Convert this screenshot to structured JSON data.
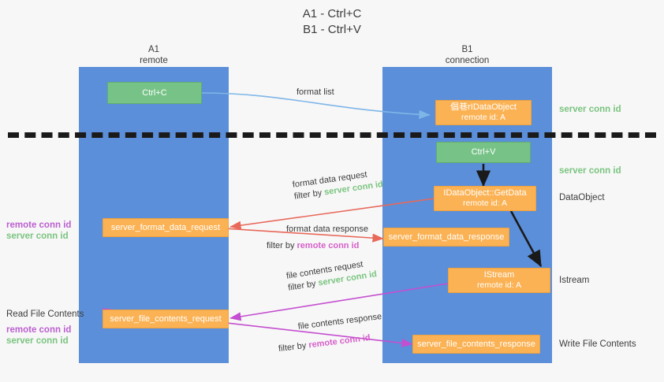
{
  "title": {
    "line1": "A1 - Ctrl+C",
    "line2": "B1 - Ctrl+V"
  },
  "lanes": [
    {
      "name": "A1",
      "sub": "remote"
    },
    {
      "name": "B1",
      "sub": "connection"
    }
  ],
  "nodes": {
    "ctrl_c": {
      "label": "Ctrl+C"
    },
    "idataobject": {
      "line1": "倡巷rIDataObject",
      "line2": "remote id: A"
    },
    "ctrl_v": {
      "label": "Ctrl+V"
    },
    "getdata": {
      "line1": "IDataObject::GetData",
      "line2": "remote id: A"
    },
    "fmt_req": {
      "label": "server_format_data_request"
    },
    "fmt_resp": {
      "label": "server_format_data_response"
    },
    "istream": {
      "line1": "IStream",
      "line2": "remote id: A"
    },
    "file_req": {
      "label": "server_file_contents_request"
    },
    "file_resp": {
      "label": "server_file_contents_response"
    }
  },
  "edges": {
    "format_list": {
      "text": "format list"
    },
    "format_data_request": {
      "text": "format data request",
      "filter_prefix": "filter by ",
      "filter_value": "server conn id"
    },
    "format_data_response": {
      "text": "format data response",
      "filter_prefix": "filter by ",
      "filter_value": "remote conn id"
    },
    "file_contents_request": {
      "text": "file contents request",
      "filter_prefix": "filter by ",
      "filter_value": "server conn id"
    },
    "file_contents_response": {
      "text": "file contents response",
      "filter_prefix": "filter by ",
      "filter_value": "remote conn id"
    }
  },
  "annotations": {
    "server_conn_id_top": "server conn id",
    "server_conn_id_mid": "server conn id",
    "left_mid_remote": "remote conn id",
    "left_mid_server": "server conn id",
    "read_file_contents": "Read File Contents",
    "left_bot_remote": "remote conn id",
    "left_bot_server": "server conn id",
    "right_dataobject": "DataObject",
    "right_istream": "Istream",
    "right_write_file": "Write File Contents"
  },
  "colors": {
    "lane": "#5b8fd9",
    "green_node": "#77c387",
    "orange_node": "#fbb254",
    "server_conn": "#7ac47f",
    "remote_conn": "#bb5fd0",
    "arrow_blue": "#7fb6e8",
    "arrow_red": "#e8685a",
    "arrow_purple": "#c44fd0",
    "arrow_dark": "#1a1a1a"
  }
}
